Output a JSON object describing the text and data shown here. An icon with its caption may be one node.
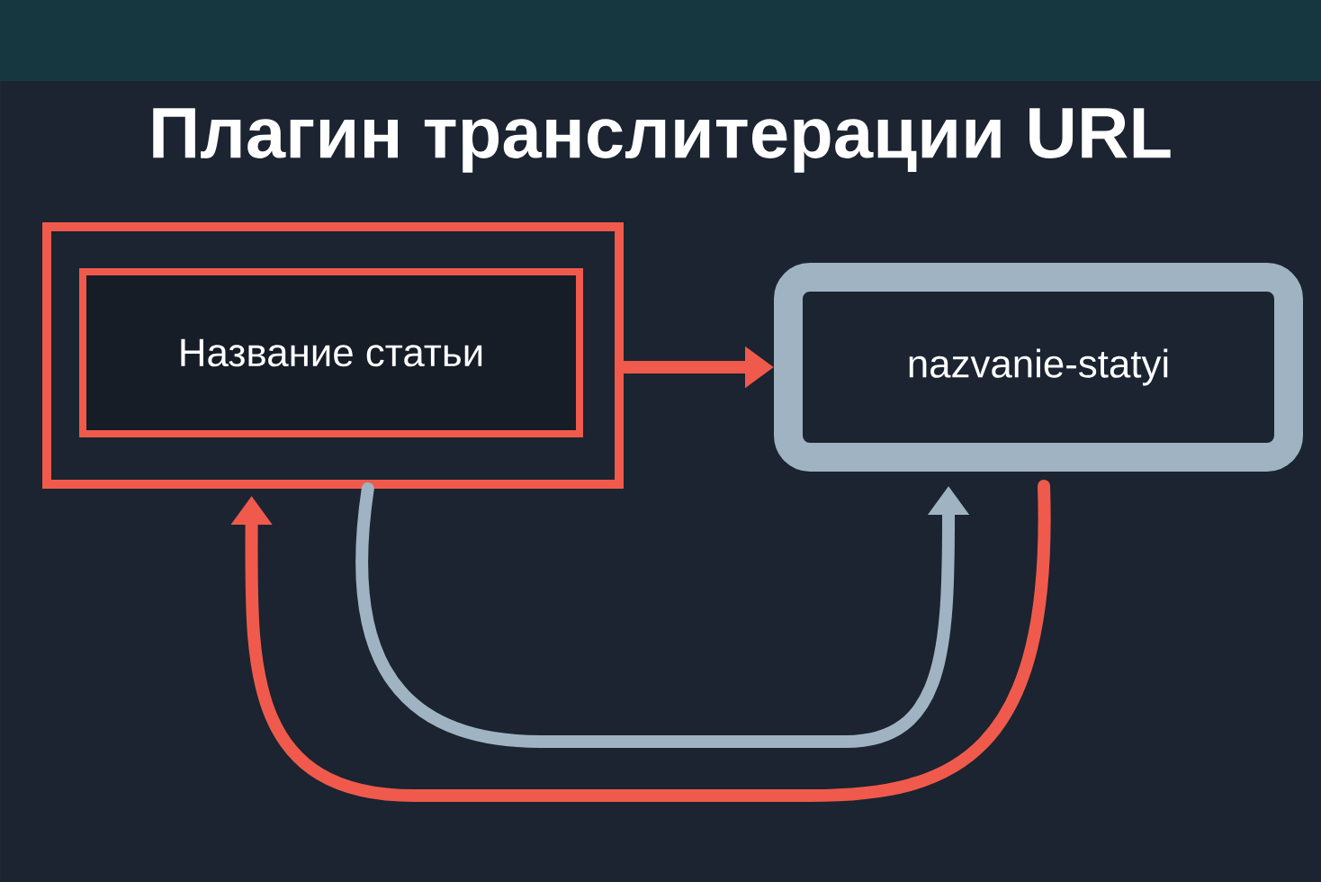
{
  "diagram": {
    "title": "Плагин транслитерации URL",
    "nodes": [
      {
        "text": [],
        "shape": "box"
      },
      {
        "text": [
          "Название статьи"
        ],
        "in": 0
      },
      {
        "text": [
          "nazvanie-statyi"
        ]
      }
    ],
    "edges": [
      {
        "from": 0,
        "to": 2,
        "arrow": "to"
      },
      {
        "from": 0,
        "to": 2,
        "arrow": "to",
        "color": "#9fb3c2"
      },
      {
        "from": 2,
        "to": 0,
        "arrow": "to"
      }
    ]
  }
}
